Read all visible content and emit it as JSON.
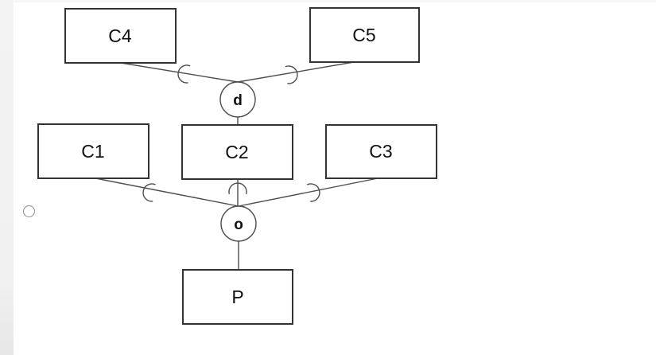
{
  "page": {
    "background_color": "#ffffff",
    "left_strip_color": "#f1f1f1",
    "top_strip_color": "#f5f6f6"
  },
  "quiz_option": {
    "radio_selected": false
  },
  "diagram": {
    "kind": "eer-specialization-lattice",
    "boxes": [
      {
        "id": "c4",
        "label": "C4"
      },
      {
        "id": "c5",
        "label": "C5"
      },
      {
        "id": "c1",
        "label": "C1"
      },
      {
        "id": "c2",
        "label": "C2"
      },
      {
        "id": "c3",
        "label": "C3"
      },
      {
        "id": "p",
        "label": "P"
      }
    ],
    "circles": [
      {
        "id": "d",
        "label": "d"
      },
      {
        "id": "o",
        "label": "o"
      }
    ],
    "connections": [
      {
        "from": "C4",
        "to": "d",
        "subset_arc": true
      },
      {
        "from": "C5",
        "to": "d",
        "subset_arc": true
      },
      {
        "from": "d",
        "to": "C2",
        "subset_arc": false
      },
      {
        "from": "C1",
        "to": "o",
        "subset_arc": true
      },
      {
        "from": "C2",
        "to": "o",
        "subset_arc": true
      },
      {
        "from": "C3",
        "to": "o",
        "subset_arc": true
      },
      {
        "from": "o",
        "to": "P",
        "subset_arc": false
      }
    ],
    "colors": {
      "box_border": "#333333",
      "line": "#4d4d4d",
      "text": "#111111"
    }
  }
}
